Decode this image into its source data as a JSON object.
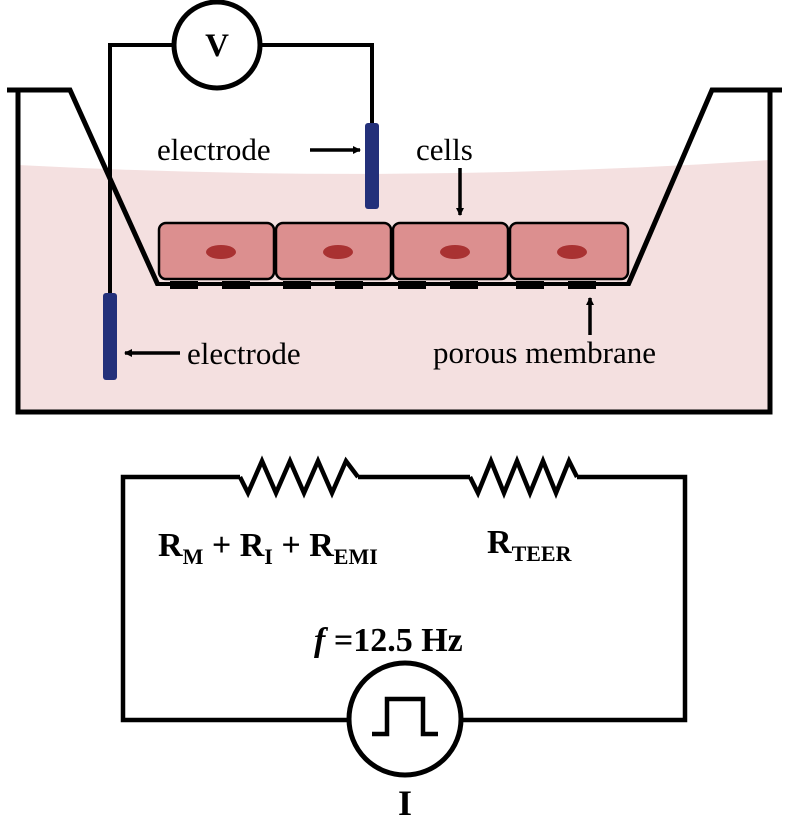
{
  "top_diagram": {
    "voltmeter_label": "V",
    "electrode_top_label": "electrode",
    "cells_label": "cells",
    "electrode_bottom_label": "electrode",
    "membrane_label": "porous membrane"
  },
  "circuit": {
    "resistor_left": {
      "main": "R",
      "parts": [
        {
          "sub": "M",
          "after": " + R"
        },
        {
          "sub": "I",
          "after": " + R"
        },
        {
          "sub": "EMI",
          "after": ""
        }
      ]
    },
    "resistor_right": {
      "main": "R",
      "sub": "TEER"
    },
    "frequency": {
      "symbol": "f",
      "value": " =12.5 Hz"
    },
    "source_label": "I"
  },
  "colors": {
    "medium": "#f4e0e0",
    "cell_fill": "#dc8f8f",
    "nucleus": "#a93232",
    "electrode": "#23307a",
    "line": "#000000"
  }
}
